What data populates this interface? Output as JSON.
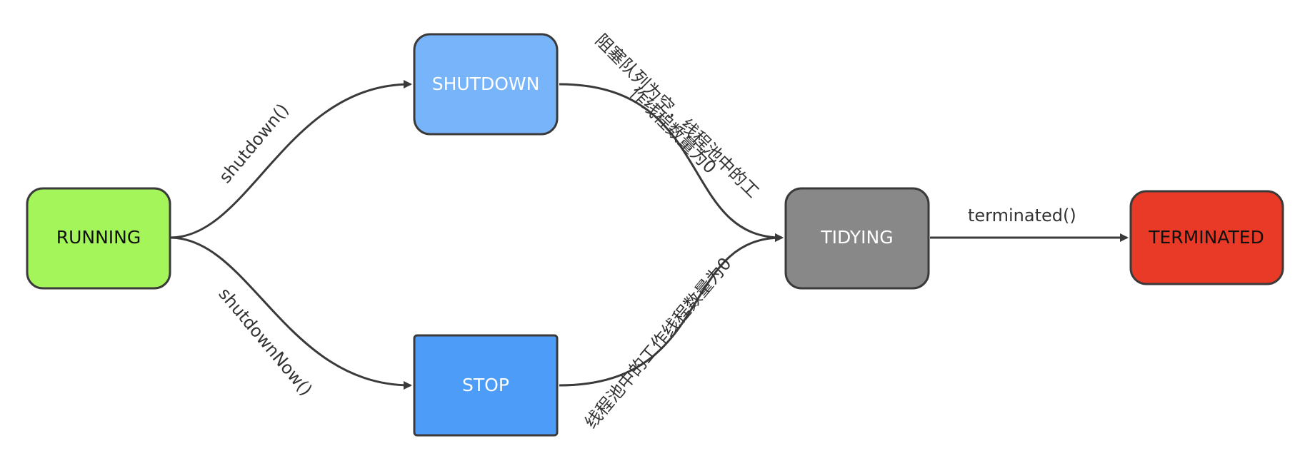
{
  "nodes": {
    "running": {
      "label": "RUNNING",
      "fill": "#a4f55a",
      "text_color": "#111111"
    },
    "shutdown": {
      "label": "SHUTDOWN",
      "fill": "#78b4fa",
      "text_color": "#ffffff"
    },
    "stop": {
      "label": "STOP",
      "fill": "#4d9cf7",
      "text_color": "#ffffff"
    },
    "tidying": {
      "label": "TIDYING",
      "fill": "#888888",
      "text_color": "#ffffff"
    },
    "terminated": {
      "label": "TERMINATED",
      "fill": "#e83a27",
      "text_color": "#111111"
    }
  },
  "edges": {
    "shutdown_call": "shutdown()",
    "shutdown_now_call": "shutdownNow()",
    "shutdown_to_tidying_line1": "阻塞队列为空，线程池中的工",
    "shutdown_to_tidying_line2": "作线程数量为0",
    "stop_to_tidying": "线程池中的工作线程数量为0",
    "terminated_call": "terminated()"
  },
  "colors": {
    "stroke": "#3a3a3a",
    "label_text": "#333333"
  }
}
